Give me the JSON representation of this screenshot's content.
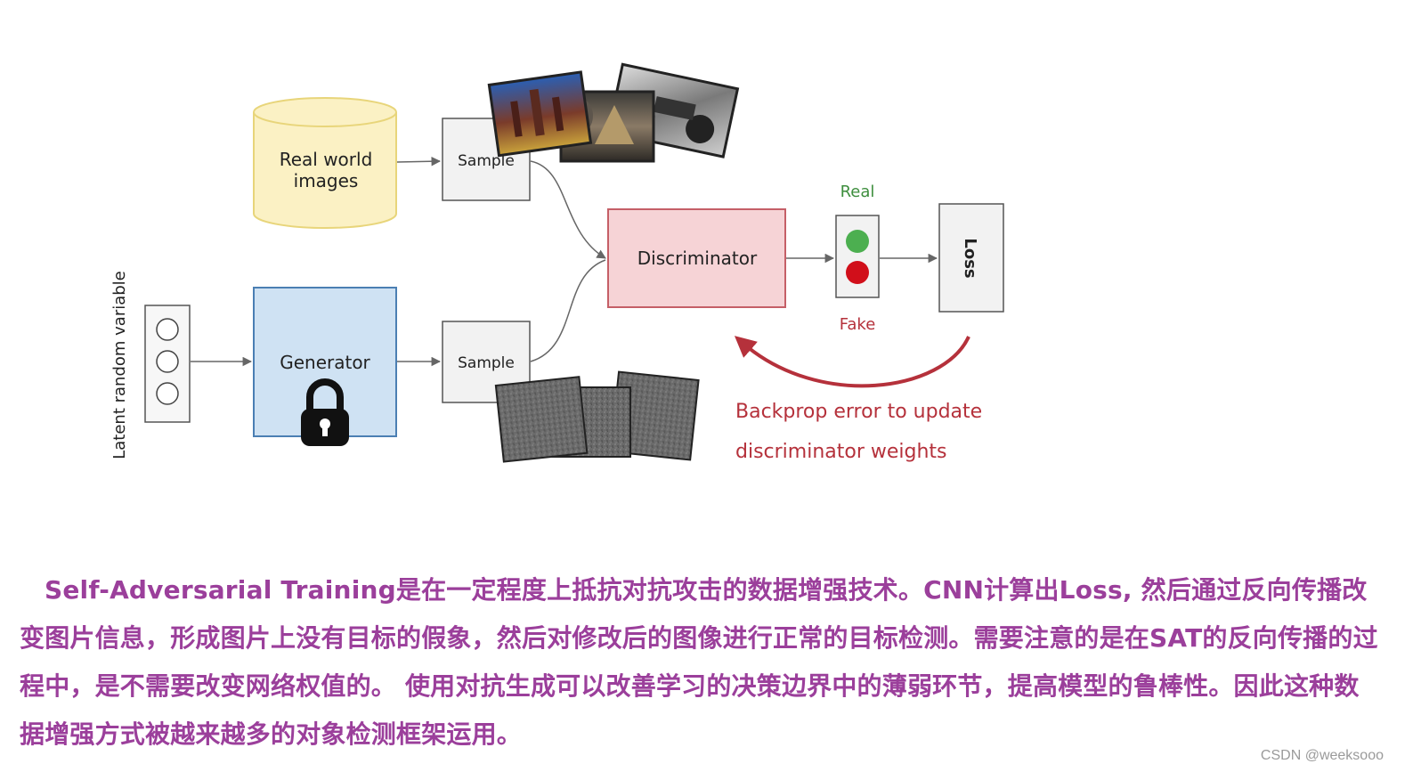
{
  "diagram": {
    "real_world_images": [
      "Real world",
      "images"
    ],
    "sample_top": "Sample",
    "sample_bottom": "Sample",
    "generator": "Generator",
    "discriminator": "Discriminator",
    "loss": "Loss",
    "real_label": "Real",
    "fake_label": "Fake",
    "latent_label": "Latent random variable",
    "backprop_line1": "Backprop error to update",
    "backprop_line2": "discriminator weights",
    "colors": {
      "cylinder_fill": "#fbf1c4",
      "generator_fill": "#cfe2f3",
      "discriminator_fill": "#f6d3d6",
      "real_dot": "#4caf50",
      "fake_dot": "#d10f1a",
      "backprop_arrow": "#b5313b",
      "real_text": "#3e8e3e",
      "fake_text": "#b5313b",
      "backprop_text": "#b5313b"
    },
    "icons": [
      "lock-icon",
      "photo-icon",
      "noise-image-icon"
    ]
  },
  "paragraph": "Self-Adversarial Training是在一定程度上抵抗对抗攻击的数据增强技术。CNN计算出Loss, 然后通过反向传播改变图片信息，形成图片上没有目标的假象，然后对修改后的图像进行正常的目标检测。需要注意的是在SAT的反向传播的过程中，是不需要改变网络权值的。 使用对抗生成可以改善学习的决策边界中的薄弱环节，提高模型的鲁棒性。因此这种数据增强方式被越来越多的对象检测框架运用。",
  "watermark": "CSDN @weeksooo"
}
